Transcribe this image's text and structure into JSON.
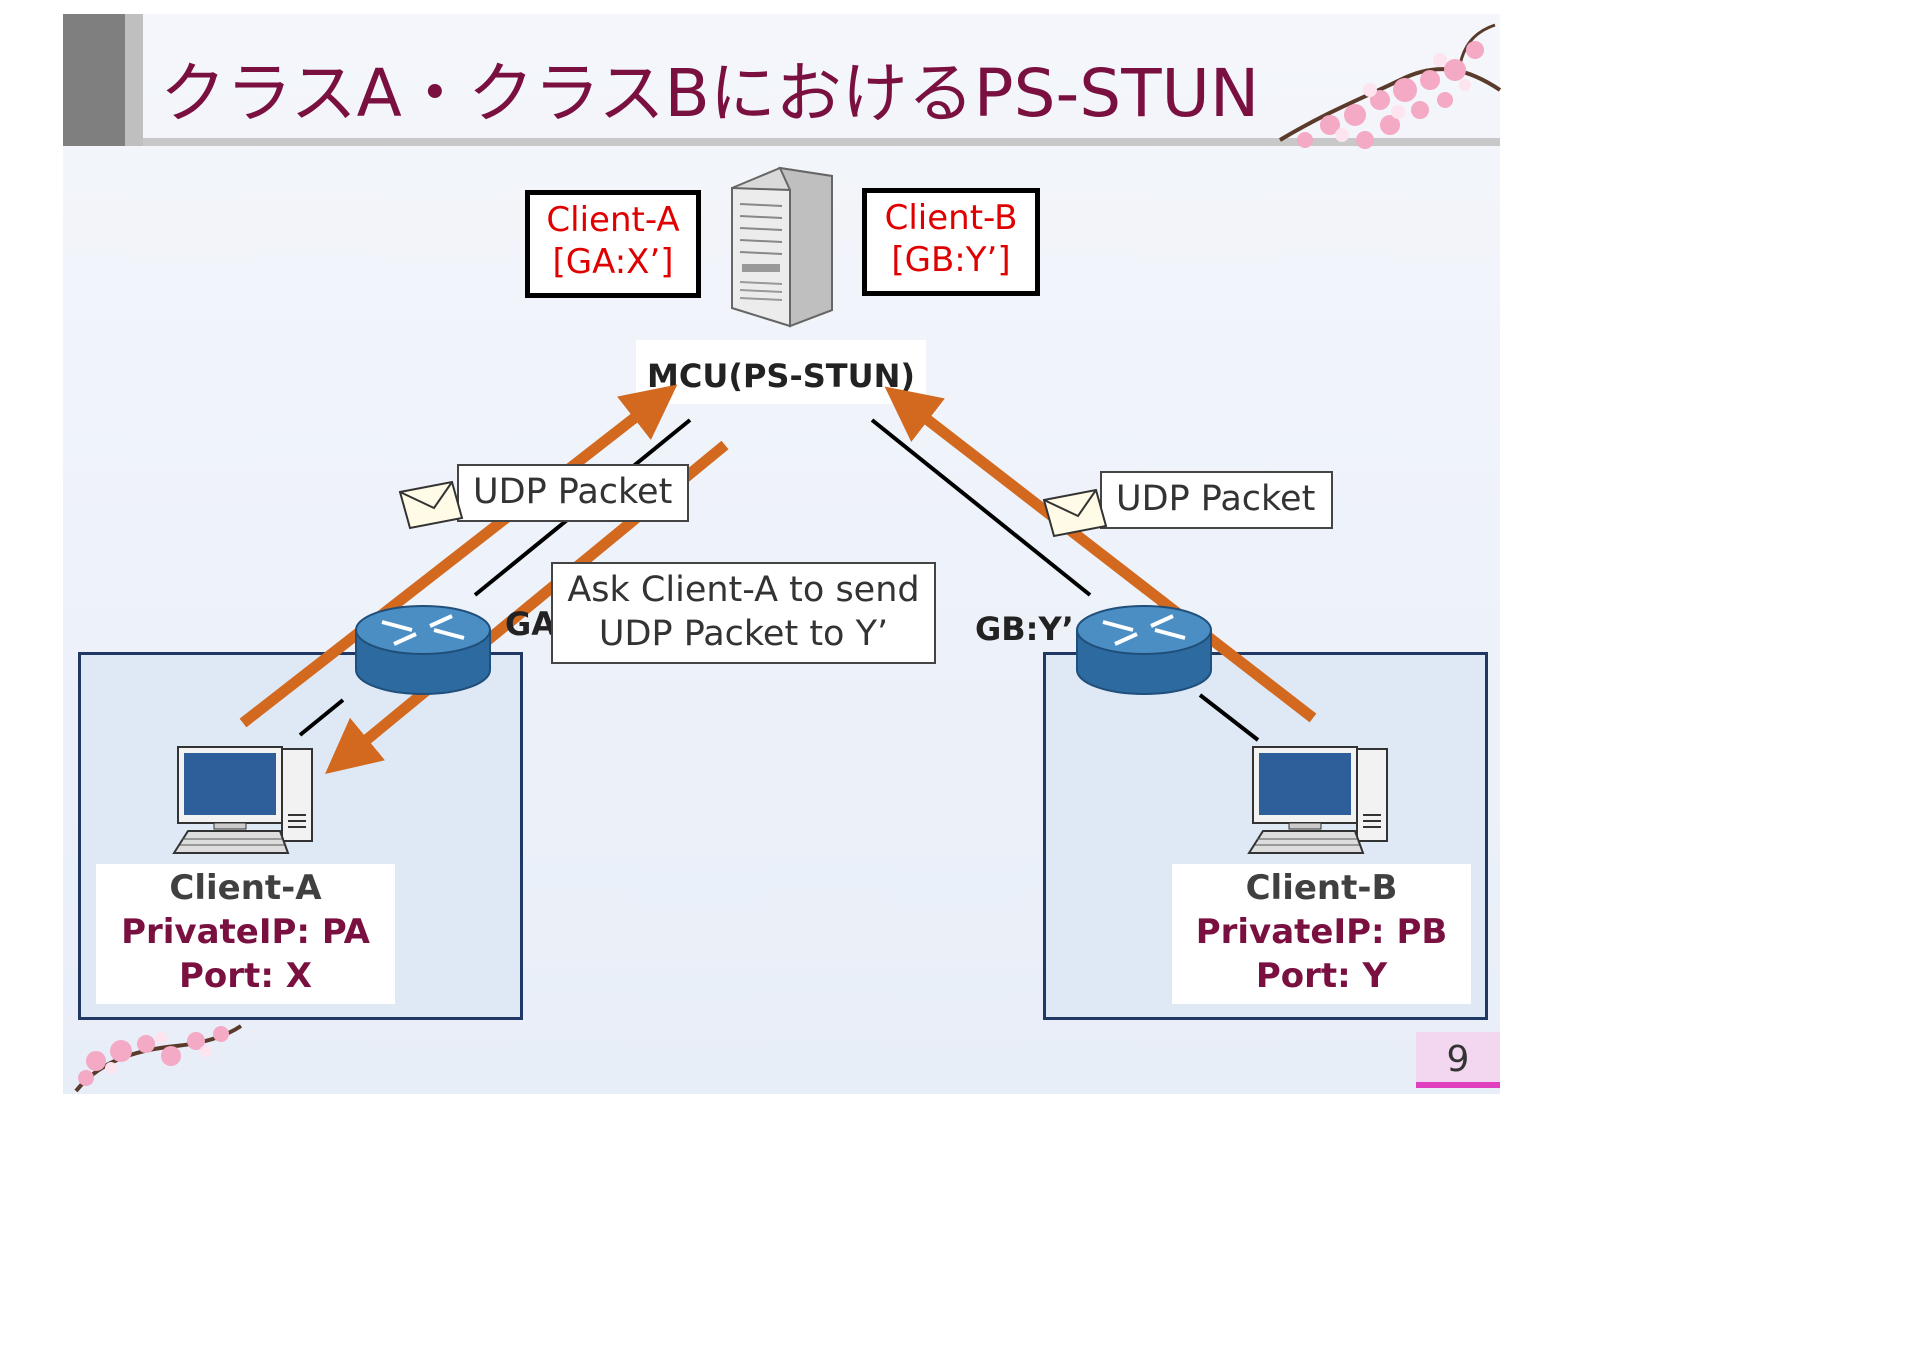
{
  "title": "クラスA・クラスBにおけるPS-STUN",
  "server": {
    "label": "MCU(PS-STUN)",
    "table_a": {
      "line1": "Client-A",
      "line2": "[GA:X’]"
    },
    "table_b": {
      "line1": "Client-B",
      "line2": "[GB:Y’]"
    }
  },
  "callouts": {
    "udp_left": "UDP Packet",
    "udp_right": "UDP Packet",
    "ask_line1": "Ask Client-A to send",
    "ask_line2": "UDP Packet to Y’"
  },
  "nat_labels": {
    "left": "GA",
    "right": "GB:Y’"
  },
  "clients": {
    "a": {
      "name": "Client-A",
      "ip": "PrivateIP: PA",
      "port": "Port: X"
    },
    "b": {
      "name": "Client-B",
      "ip": "PrivateIP: PB",
      "port": "Port: Y"
    }
  },
  "page_number": "9",
  "colors": {
    "title": "#7a1040",
    "arrow": "#d2691e",
    "table_text": "#e00000",
    "lan_border": "#1f3864"
  }
}
